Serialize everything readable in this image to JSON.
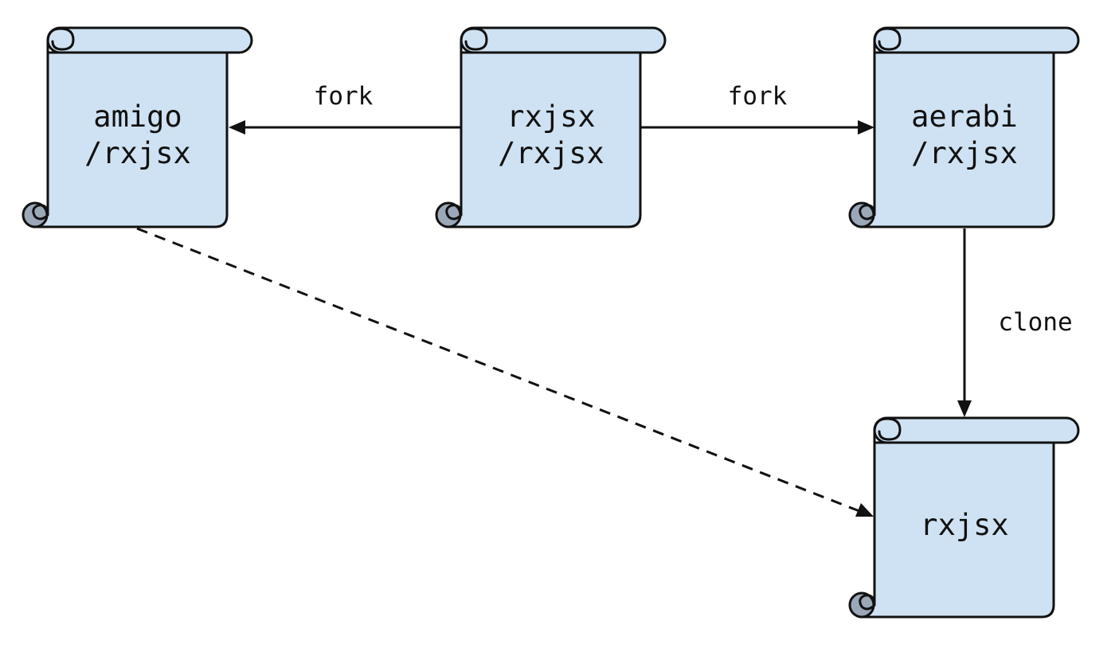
{
  "nodes": [
    {
      "id": "amigo",
      "lines": [
        "amigo",
        "/rxjsx"
      ]
    },
    {
      "id": "origin",
      "lines": [
        "rxjsx",
        "/rxjsx"
      ]
    },
    {
      "id": "aerabi",
      "lines": [
        "aerabi",
        "/rxjsx"
      ]
    },
    {
      "id": "local",
      "lines": [
        "rxjsx"
      ]
    }
  ],
  "edges": [
    {
      "from": "origin",
      "to": "amigo",
      "label": "fork",
      "style": "solid"
    },
    {
      "from": "origin",
      "to": "aerabi",
      "label": "fork",
      "style": "solid"
    },
    {
      "from": "aerabi",
      "to": "local",
      "label": "clone",
      "style": "solid"
    },
    {
      "from": "amigo",
      "to": "local",
      "label": "",
      "style": "dashed"
    }
  ],
  "colors": {
    "scroll_fill": "#cfe2f3",
    "scroll_curl": "#9aa8b8",
    "stroke": "#111111"
  }
}
